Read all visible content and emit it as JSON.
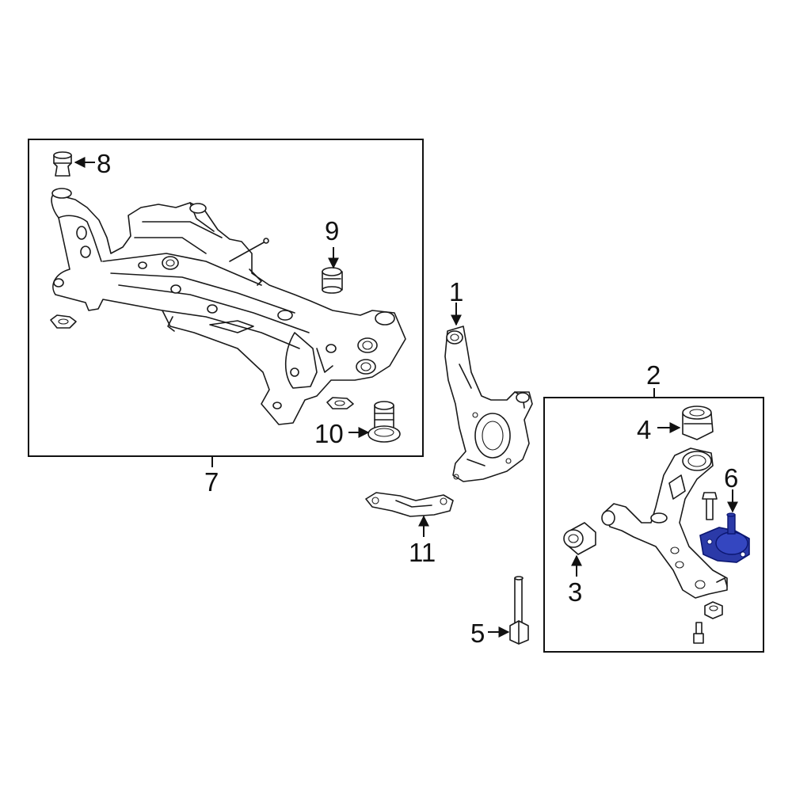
{
  "diagram": {
    "callouts": [
      {
        "id": "c1",
        "label": "1",
        "part": "steering knuckle"
      },
      {
        "id": "c2",
        "label": "2",
        "part": "lower control arm assembly"
      },
      {
        "id": "c3",
        "label": "3",
        "part": "front bushing"
      },
      {
        "id": "c4",
        "label": "4",
        "part": "rear bushing"
      },
      {
        "id": "c5",
        "label": "5",
        "part": "bolt"
      },
      {
        "id": "c6",
        "label": "6",
        "part": "ball joint"
      },
      {
        "id": "c7",
        "label": "7",
        "part": "engine cradle"
      },
      {
        "id": "c8",
        "label": "8",
        "part": "upper bushing"
      },
      {
        "id": "c9",
        "label": "9",
        "part": "bushing"
      },
      {
        "id": "c10",
        "label": "10",
        "part": "lower bushing"
      },
      {
        "id": "c11",
        "label": "11",
        "part": "bracket"
      }
    ],
    "colors": {
      "line": "#1a1a1a",
      "highlight_fill": "#2b3aa8",
      "highlight_stroke": "#0b1670",
      "background": "#ffffff"
    }
  }
}
